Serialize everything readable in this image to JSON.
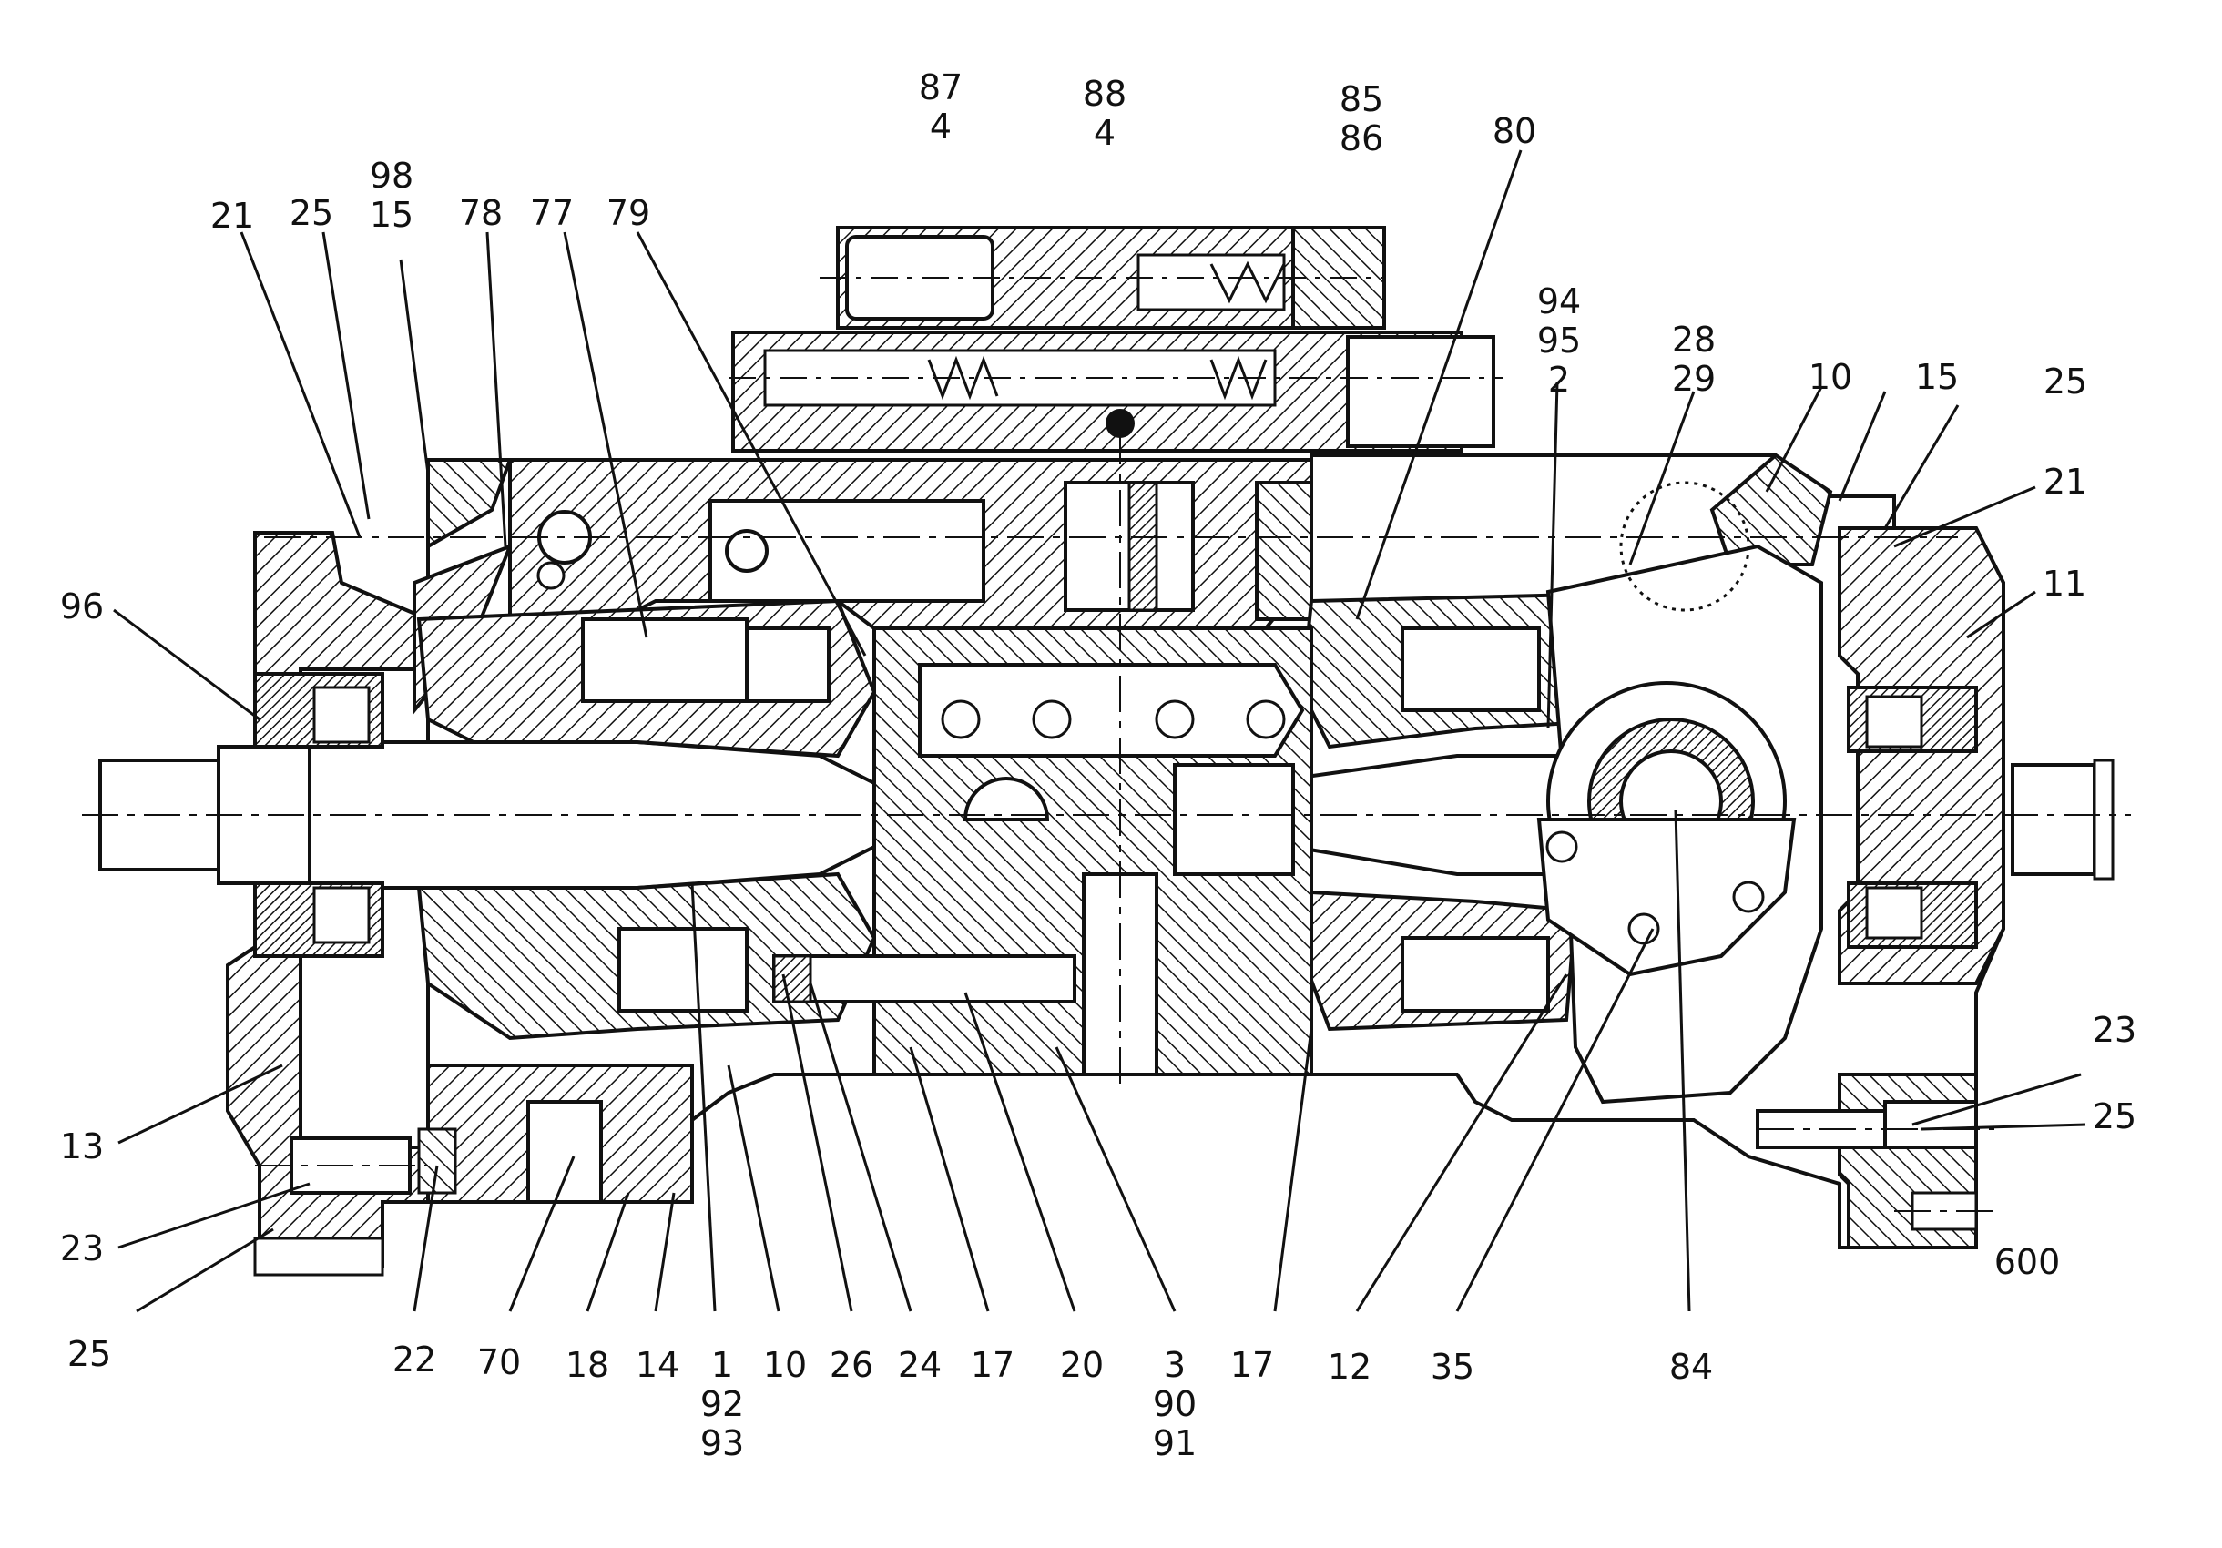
{
  "drawing": {
    "labels": [
      {
        "id": "p87-4",
        "lines": [
          "87",
          "4"
        ]
      },
      {
        "id": "p88-4",
        "lines": [
          "88",
          "4"
        ]
      },
      {
        "id": "p85-86",
        "lines": [
          "85",
          "86"
        ]
      },
      {
        "id": "p80",
        "lines": [
          "80"
        ]
      },
      {
        "id": "p98-15",
        "lines": [
          "98",
          "15"
        ]
      },
      {
        "id": "p21-left",
        "lines": [
          "21"
        ]
      },
      {
        "id": "p25-left-top",
        "lines": [
          "25"
        ]
      },
      {
        "id": "p78",
        "lines": [
          "78"
        ]
      },
      {
        "id": "p77",
        "lines": [
          "77"
        ]
      },
      {
        "id": "p79",
        "lines": [
          "79"
        ]
      },
      {
        "id": "p94-95-2",
        "lines": [
          "94",
          "95",
          "2"
        ]
      },
      {
        "id": "p28-29",
        "lines": [
          "28",
          "29"
        ]
      },
      {
        "id": "p10-top",
        "lines": [
          "10"
        ]
      },
      {
        "id": "p15-right",
        "lines": [
          "15"
        ]
      },
      {
        "id": "p25-right-top",
        "lines": [
          "25"
        ]
      },
      {
        "id": "p21-right",
        "lines": [
          "21"
        ]
      },
      {
        "id": "p11",
        "lines": [
          "11"
        ]
      },
      {
        "id": "p96",
        "lines": [
          "96"
        ]
      },
      {
        "id": "p13",
        "lines": [
          "13"
        ]
      },
      {
        "id": "p23-left",
        "lines": [
          "23"
        ]
      },
      {
        "id": "p25-left-bottom",
        "lines": [
          "25"
        ]
      },
      {
        "id": "p22",
        "lines": [
          "22"
        ]
      },
      {
        "id": "p70",
        "lines": [
          "70"
        ]
      },
      {
        "id": "p18",
        "lines": [
          "18"
        ]
      },
      {
        "id": "p14",
        "lines": [
          "14"
        ]
      },
      {
        "id": "p1-92-93",
        "lines": [
          "1",
          "92",
          "93"
        ]
      },
      {
        "id": "p10-bottom",
        "lines": [
          "10"
        ]
      },
      {
        "id": "p26",
        "lines": [
          "26"
        ]
      },
      {
        "id": "p24",
        "lines": [
          "24"
        ]
      },
      {
        "id": "p17-a",
        "lines": [
          "17"
        ]
      },
      {
        "id": "p20",
        "lines": [
          "20"
        ]
      },
      {
        "id": "p3-90-91",
        "lines": [
          "3",
          "90",
          "91"
        ]
      },
      {
        "id": "p17-b",
        "lines": [
          "17"
        ]
      },
      {
        "id": "p12",
        "lines": [
          "12"
        ]
      },
      {
        "id": "p35",
        "lines": [
          "35"
        ]
      },
      {
        "id": "p84",
        "lines": [
          "84"
        ]
      },
      {
        "id": "p23-right",
        "lines": [
          "23"
        ]
      },
      {
        "id": "p25-right-bottom",
        "lines": [
          "25"
        ]
      },
      {
        "id": "p600",
        "lines": [
          "600"
        ]
      }
    ]
  }
}
